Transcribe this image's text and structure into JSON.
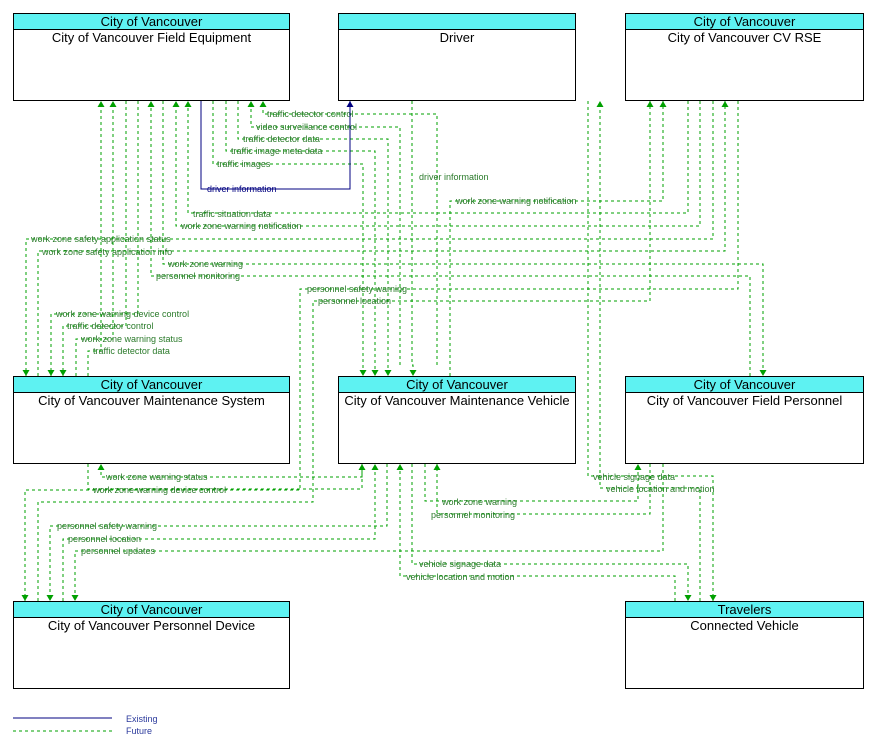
{
  "elements": {
    "field_equipment": {
      "owner": "City of Vancouver",
      "name": "City of Vancouver Field Equipment"
    },
    "driver": {
      "owner": "",
      "name": "Driver"
    },
    "cv_rse": {
      "owner": "City of Vancouver",
      "name": "City of Vancouver CV RSE"
    },
    "maint_system": {
      "owner": "City of Vancouver",
      "name": "City of Vancouver Maintenance System"
    },
    "maint_vehicle": {
      "owner": "City of Vancouver",
      "name": "City of Vancouver Maintenance Vehicle"
    },
    "field_personnel": {
      "owner": "City of Vancouver",
      "name": "City of Vancouver Field Personnel"
    },
    "personnel_device": {
      "owner": "City of Vancouver",
      "name": "City of Vancouver Personnel Device"
    },
    "connected_vehicle": {
      "owner": "Travelers",
      "name": "Connected Vehicle"
    }
  },
  "flows": {
    "traffic_detector_control_1": "traffic detector control",
    "video_surveillance_control": "video surveillance control",
    "traffic_detector_data_1": "traffic detector data",
    "traffic_image_meta_data": "traffic image meta data",
    "traffic_images": "traffic images",
    "driver_information_1": "driver information",
    "driver_information_2": "driver information",
    "work_zone_warning_notification_1": "work zone warning notification",
    "traffic_situation_data": "traffic situation data",
    "work_zone_warning_notification_2": "work zone warning notification",
    "work_zone_safety_application_status": "work zone safety application status",
    "work_zone_safety_application_info": "work zone safety application info",
    "work_zone_warning_1": "work zone warning",
    "personnel_monitoring_1": "personnel monitoring",
    "personnel_safety_warning_1": "personnel safety warning",
    "personnel_location_1": "personnel location",
    "work_zone_warning_device_control_1": "work zone warning device control",
    "traffic_detector_control_2": "traffic detector control",
    "work_zone_warning_status_1": "work zone warning status",
    "traffic_detector_data_2": "traffic detector data",
    "work_zone_warning_status_2": "work zone warning status",
    "work_zone_warning_device_control_2": "work zone warning device control",
    "vehicle_signage_data_1": "vehicle signage data",
    "vehicle_location_and_motion_1": "vehicle location and motion",
    "work_zone_warning_2": "work zone warning",
    "personnel_monitoring_2": "personnel monitoring",
    "personnel_safety_warning_2": "personnel safety warning",
    "personnel_location_2": "personnel location",
    "personnel_updates": "personnel updates",
    "vehicle_signage_data_2": "vehicle signage data",
    "vehicle_location_and_motion_2": "vehicle location and motion"
  },
  "legend": {
    "existing": "Existing",
    "future": "Future"
  },
  "colors": {
    "future": "#00a000",
    "existing": "#000080",
    "header": "#5ef2f2"
  }
}
